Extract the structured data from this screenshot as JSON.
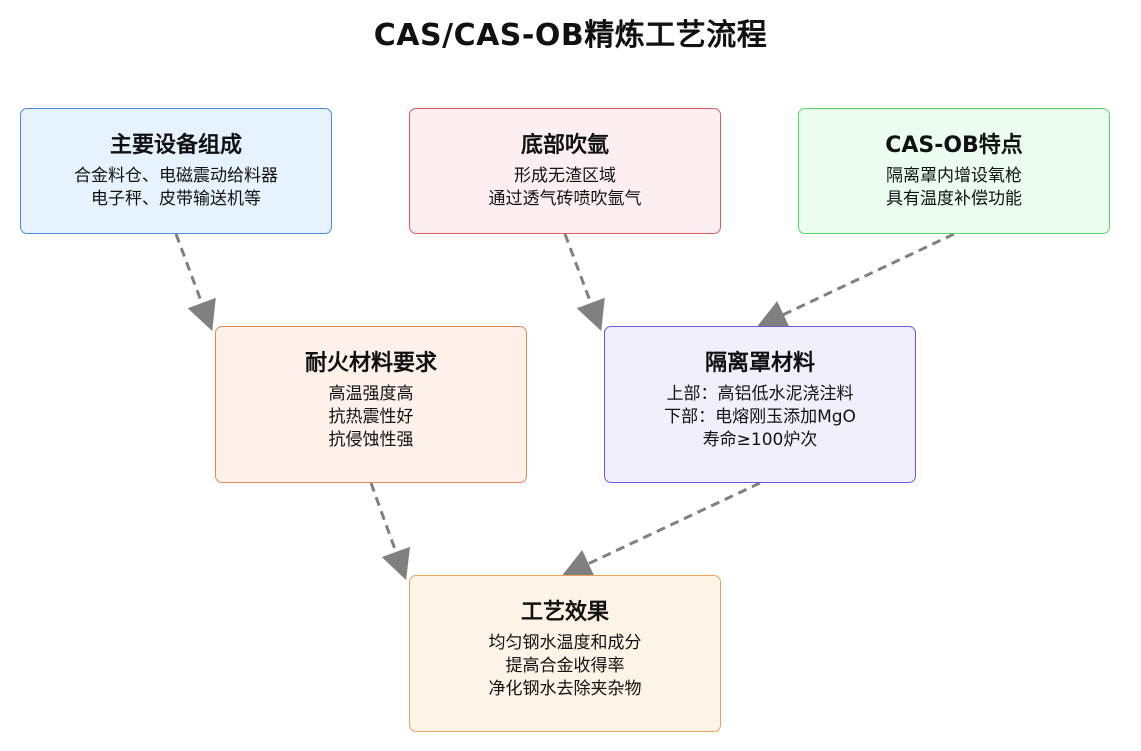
{
  "title": "CAS/CAS-OB精炼工艺流程",
  "colors": {
    "arrow": "#808080",
    "equipment": {
      "fill": "#e6f2fd",
      "stroke": "#4a90d9"
    },
    "argon": {
      "fill": "#fdeff1",
      "stroke": "#e05a5a"
    },
    "casob": {
      "fill": "#eafdee",
      "stroke": "#58d66a"
    },
    "refractory": {
      "fill": "#fdf1ea",
      "stroke": "#e0875a"
    },
    "hood": {
      "fill": "#f2effd",
      "stroke": "#6a5ad6"
    },
    "effect": {
      "fill": "#fdf3e6",
      "stroke": "#e8a25a"
    }
  },
  "boxes": {
    "equipment": {
      "title": "主要设备组成",
      "lines": [
        "合金料仓、电磁震动给料器",
        "电子秤、皮带输送机等"
      ]
    },
    "argon": {
      "title": "底部吹氩",
      "lines": [
        "形成无渣区域",
        "通过透气砖喷吹氩气"
      ]
    },
    "casob": {
      "title": "CAS-OB特点",
      "lines": [
        "隔离罩内增设氧枪",
        "具有温度补偿功能"
      ]
    },
    "refractory": {
      "title": "耐火材料要求",
      "lines": [
        "高温强度高",
        "抗热震性好",
        "抗侵蚀性强"
      ]
    },
    "hood": {
      "title": "隔离罩材料",
      "lines": [
        "上部：高铝低水泥浇注料",
        "下部：电熔刚玉添加MgO",
        "寿命≥100炉次"
      ]
    },
    "effect": {
      "title": "工艺效果",
      "lines": [
        "均匀钢水温度和成分",
        "提高合金收得率",
        "净化钢水去除夹杂物"
      ]
    }
  },
  "edges": [
    {
      "from": "equipment",
      "to": "refractory"
    },
    {
      "from": "argon",
      "to": "hood"
    },
    {
      "from": "casob",
      "to": "hood"
    },
    {
      "from": "refractory",
      "to": "effect"
    },
    {
      "from": "hood",
      "to": "effect"
    }
  ]
}
